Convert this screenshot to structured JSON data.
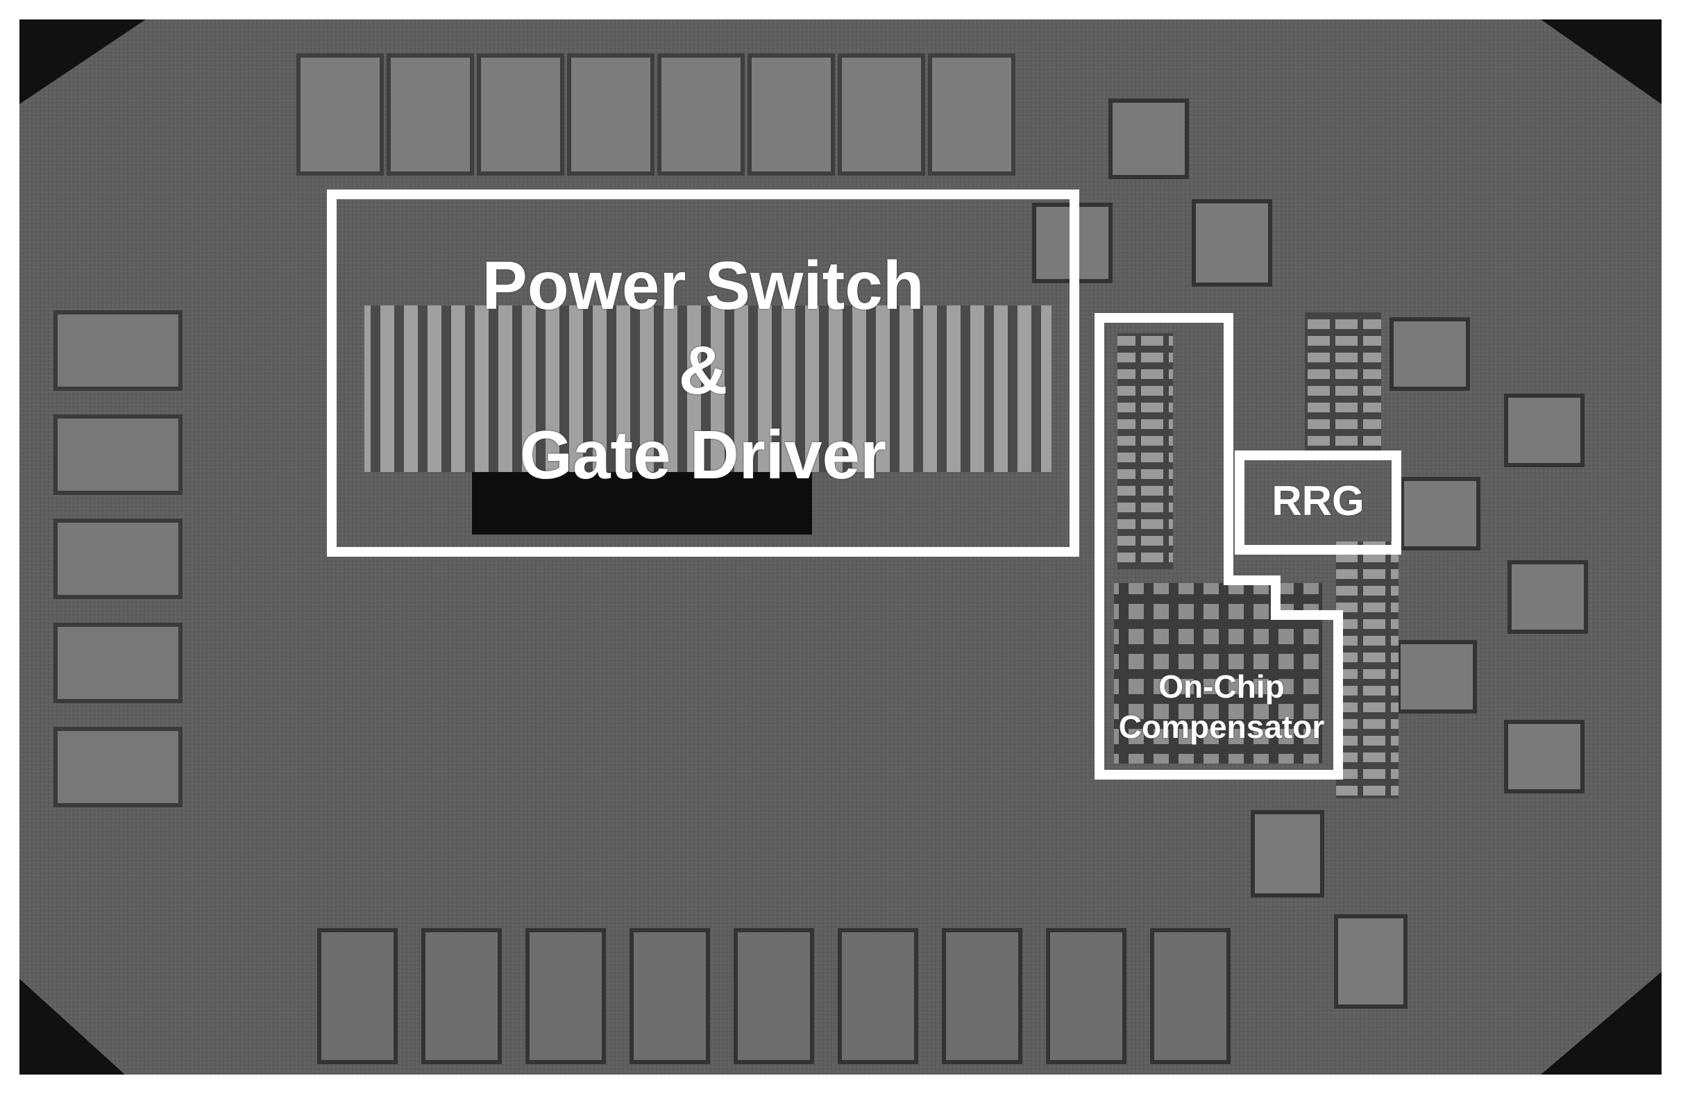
{
  "image": {
    "description_free": true
  },
  "labels": {
    "power_switch": {
      "line1": "Power Switch",
      "line2": "&",
      "line3": "Gate Driver"
    },
    "rrg": "RRG",
    "compensator": {
      "line1": "On-Chip",
      "line2": "Compensator"
    }
  },
  "colors": {
    "die_surface": "#5e5e5e",
    "die_edge": "#3a3a3a",
    "corner": "#111111",
    "pad": "#8a8a8a",
    "pad_inner": "#3e3e3e",
    "annotation": "#ffffff",
    "dark_block": "#0d0d0d"
  }
}
